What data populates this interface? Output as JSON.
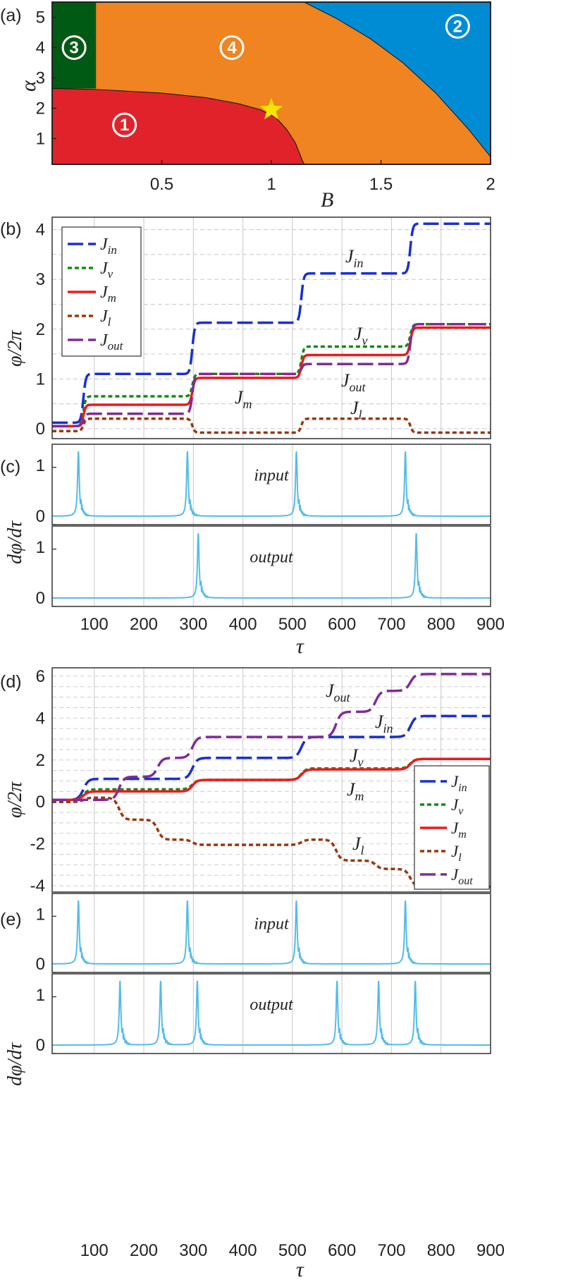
{
  "colors": {
    "red": "#e0232b",
    "orange": "#ef8420",
    "blue": "#008bd5",
    "green": "#005a14",
    "star": "#f5e400",
    "Jin": "#1a2fd0",
    "Jv": "#158a15",
    "Jm": "#ee1a1a",
    "Jl": "#99380f",
    "Jout": "#7f2d96",
    "dphi": "#55bce8",
    "grid": "#c8c8c8"
  },
  "chart_data": [
    {
      "panel": "(a)",
      "type": "heatmap",
      "xlabel": "B",
      "ylabel": "α",
      "xlim": [
        0.0,
        2.0
      ],
      "ylim": [
        0.15,
        5.5
      ],
      "xticks": [
        "0.5",
        "1",
        "1.5",
        "2"
      ],
      "yticks": [
        "1",
        "2",
        "3",
        "4",
        "5"
      ],
      "regions": [
        {
          "label": "①",
          "region": "red"
        },
        {
          "label": "②",
          "region": "blue"
        },
        {
          "label": "③",
          "region": "green"
        },
        {
          "label": "④",
          "region": "orange"
        }
      ],
      "star": {
        "B": 1.0,
        "alpha": 1.95
      }
    },
    {
      "panel": "(b)",
      "type": "line",
      "ylabel": "φ/2π",
      "xlim": [
        15,
        900
      ],
      "ylim": [
        -0.2,
        4.25
      ],
      "yticks": [
        "0",
        "1",
        "2",
        "3",
        "4"
      ],
      "legend": [
        "J_in",
        "J_v",
        "J_m",
        "J_l",
        "J_out"
      ],
      "annotations": [
        "J_in",
        "J_v",
        "J_out",
        "J_m",
        "J_l"
      ],
      "step_times": [
        78,
        298,
        518,
        738
      ],
      "series": [
        {
          "name": "J_in",
          "levels": [
            0.12,
            1.1,
            2.13,
            3.12,
            4.12
          ]
        },
        {
          "name": "J_v",
          "levels": [
            0.05,
            0.65,
            1.1,
            1.65,
            2.1
          ]
        },
        {
          "name": "J_m",
          "levels": [
            0.05,
            0.48,
            1.02,
            1.48,
            2.03
          ]
        },
        {
          "name": "J_l",
          "levels": [
            -0.05,
            0.2,
            -0.08,
            0.2,
            -0.08
          ]
        },
        {
          "name": "J_out",
          "levels": [
            0.05,
            0.3,
            1.1,
            1.3,
            2.1
          ]
        }
      ]
    },
    {
      "panel": "(c)",
      "type": "line",
      "ylabel": "dφ/dτ",
      "xlabel": "τ",
      "xlim": [
        15,
        900
      ],
      "xticks": [
        "100",
        "200",
        "300",
        "400",
        "500",
        "600",
        "700",
        "800",
        "900"
      ],
      "subplots": [
        {
          "label": "input",
          "yticks": [
            "0",
            "1"
          ],
          "peaks": [
            68,
            288,
            508,
            728
          ]
        },
        {
          "label": "output",
          "yticks": [
            "0",
            "1"
          ],
          "peaks": [
            310,
            750
          ]
        }
      ]
    },
    {
      "panel": "(d)",
      "type": "line",
      "ylabel": "φ/2π",
      "xlim": [
        15,
        900
      ],
      "ylim": [
        -4.3,
        6.4
      ],
      "yticks": [
        "6",
        "4",
        "2",
        "0",
        "-2",
        "-4"
      ],
      "legend": [
        "J_in",
        "J_v",
        "J_m",
        "J_l",
        "J_out"
      ],
      "annotations": [
        "J_out",
        "J_in",
        "J_v",
        "J_m",
        "J_l"
      ],
      "series": [
        {
          "name": "J_in",
          "steps": [
            78,
            298,
            518,
            738
          ],
          "levels": [
            0.1,
            1.1,
            2.1,
            3.1,
            4.1
          ]
        },
        {
          "name": "J_v",
          "steps": [
            78,
            298,
            518,
            738
          ],
          "levels": [
            0.1,
            0.6,
            1.05,
            1.6,
            2.05
          ]
        },
        {
          "name": "J_m",
          "steps": [
            78,
            298,
            518,
            738
          ],
          "levels": [
            0.1,
            0.5,
            1.05,
            1.55,
            2.05
          ]
        },
        {
          "name": "J_l",
          "steps": [
            78,
            150,
            228,
            298,
            518,
            588,
            668,
            738
          ],
          "levels": [
            0.0,
            0.2,
            -0.85,
            -1.8,
            -2.05,
            -1.8,
            -2.8,
            -3.2,
            -4.05
          ]
        },
        {
          "name": "J_out",
          "steps": [
            150,
            228,
            298,
            588,
            668,
            738
          ],
          "levels": [
            0.1,
            1.2,
            2.1,
            3.1,
            4.3,
            5.3,
            6.1
          ]
        }
      ]
    },
    {
      "panel": "(e)",
      "type": "line",
      "ylabel": "dφ/dτ",
      "xlabel": "τ",
      "xlim": [
        15,
        900
      ],
      "xticks": [
        "100",
        "200",
        "300",
        "400",
        "500",
        "600",
        "700",
        "800",
        "900"
      ],
      "subplots": [
        {
          "label": "input",
          "yticks": [
            "0",
            "1"
          ],
          "peaks": [
            68,
            288,
            508,
            728
          ]
        },
        {
          "label": "output",
          "yticks": [
            "0",
            "1"
          ],
          "peaks": [
            152,
            234,
            308,
            590,
            674,
            748
          ]
        }
      ]
    }
  ]
}
